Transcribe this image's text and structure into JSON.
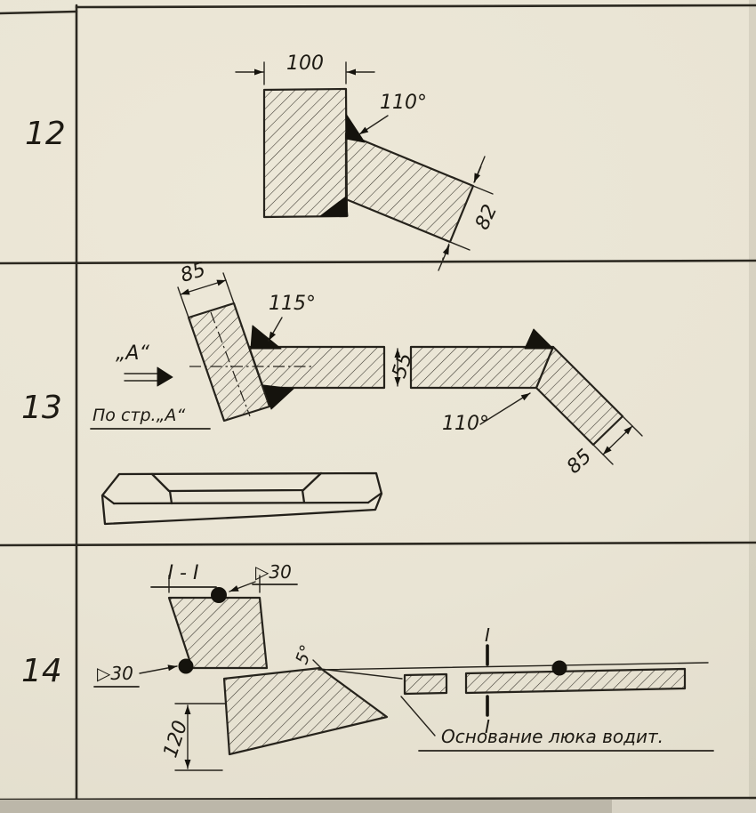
{
  "colors": {
    "paper": "#e9e4d4",
    "ink": "#26231c"
  },
  "rows": [
    {
      "number": "12",
      "labels": {
        "width": "100",
        "angle": "110°",
        "thickness": "82"
      }
    },
    {
      "number": "13",
      "labels": {
        "left_width": "85",
        "left_angle": "115°",
        "bar_height": "55",
        "right_angle": "110°",
        "right_width": "85",
        "view_arrow": "„А“",
        "view_caption": "По стр.„А“"
      }
    },
    {
      "number": "14",
      "labels": {
        "section_title": "I - I",
        "weld_top": "▷30",
        "weld_bottom": "▷30",
        "angle": "5°",
        "plate_dim": "120",
        "section_mark_top": "I",
        "section_mark_bottom": "I",
        "caption": "Основание люка водит."
      }
    }
  ]
}
